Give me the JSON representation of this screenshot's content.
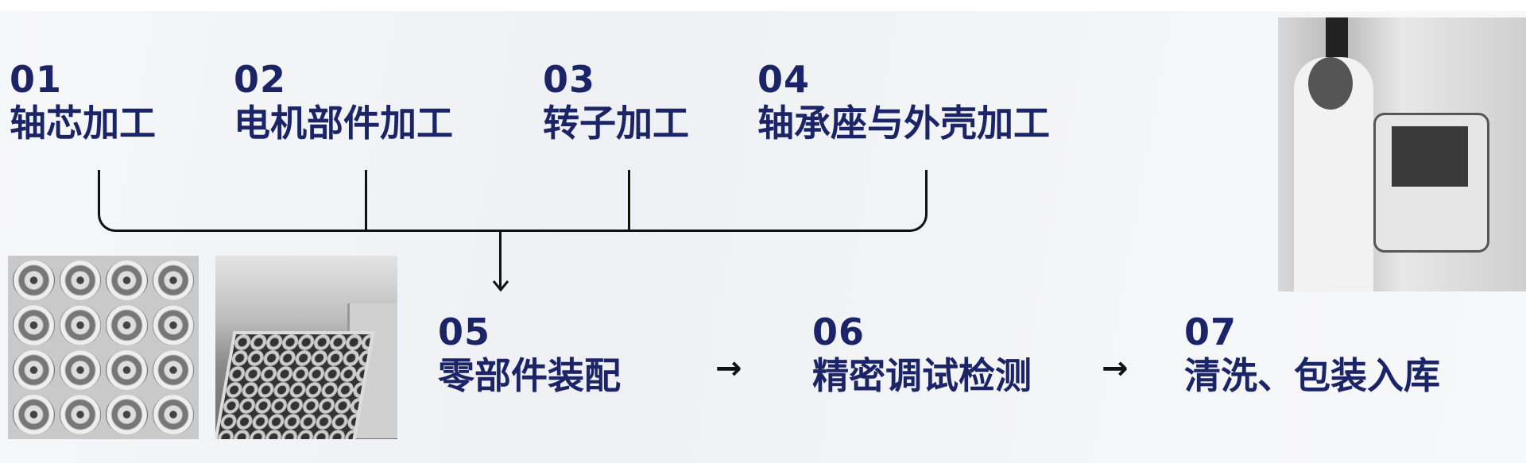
{
  "top_steps": [
    {
      "num": "01",
      "label": "轴芯加工"
    },
    {
      "num": "02",
      "label": "电机部件加工"
    },
    {
      "num": "03",
      "label": "转子加工"
    },
    {
      "num": "04",
      "label": "轴承座与外壳加工"
    }
  ],
  "bottom_steps": [
    {
      "num": "05",
      "label": "零部件装配"
    },
    {
      "num": "06",
      "label": "精密调试检测"
    },
    {
      "num": "07",
      "label": "清洗、包装入库"
    }
  ],
  "arrow_glyph": "→",
  "colors": {
    "text": "#1b2466",
    "lines": "#111111"
  }
}
